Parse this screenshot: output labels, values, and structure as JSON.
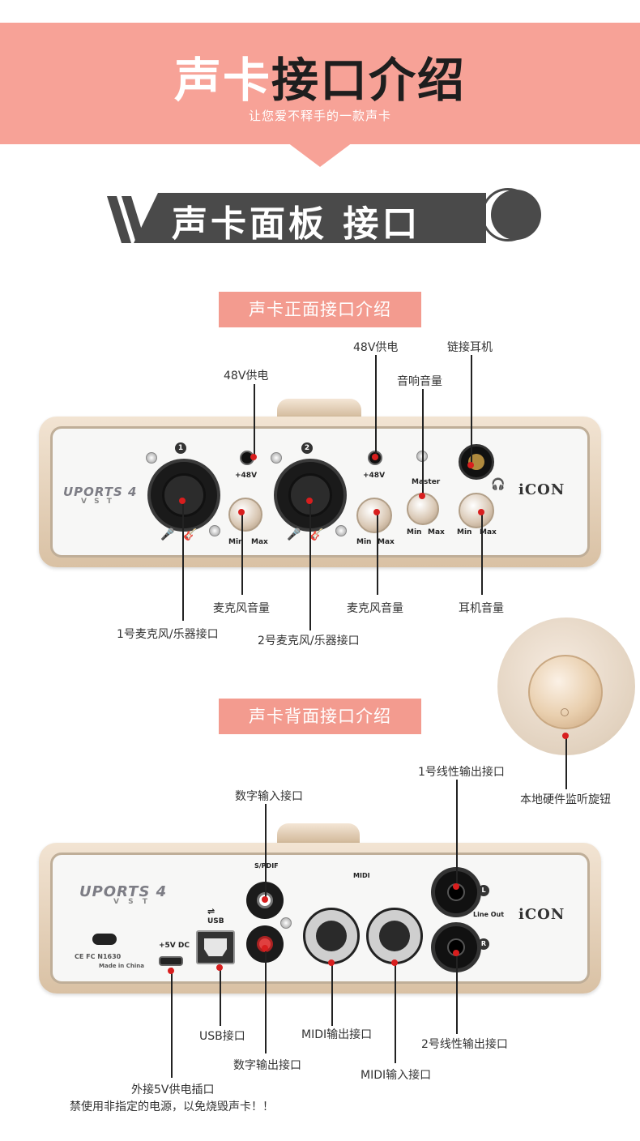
{
  "header": {
    "title_part1": "声卡",
    "title_part2": "接口介绍",
    "subtitle": "让您爱不释手的一款声卡",
    "banner_color": "#f7a297"
  },
  "section": {
    "title": "声卡面板 接口"
  },
  "front": {
    "pill": "声卡正面接口介绍",
    "labels": {
      "phantom1": "48V供电",
      "phantom2": "48V供电",
      "speaker_volume": "音响音量",
      "headphone_link": "链接耳机",
      "mic_volume1": "麦克风音量",
      "mic_volume2": "麦克风音量",
      "headphone_volume": "耳机音量",
      "input1": "1号麦克风/乐器接口",
      "input2": "2号麦克风/乐器接口"
    },
    "device": {
      "model": "UPORTS 4",
      "model_sub": "V S T",
      "brand": "iCON",
      "ch1": "1",
      "ch2": "2",
      "p48": "+48V",
      "min": "Min",
      "max": "Max",
      "master": "Master"
    }
  },
  "monitor_knob": {
    "label": "本地硬件监听旋钮"
  },
  "back": {
    "pill": "声卡背面接口介绍",
    "labels": {
      "line_out1": "1号线性输出接口",
      "digital_in": "数字输入接口",
      "usb": "USB接口",
      "midi_out": "MIDI输出接口",
      "line_out2": "2号线性输出接口",
      "digital_out": "数字输出接口",
      "midi_in": "MIDI输入接口",
      "power_line1": "外接5V供电插口",
      "power_line2": "禁使用非指定的电源，以免烧毁声卡！！"
    },
    "device": {
      "model": "UPORTS 4",
      "model_sub": "V S T",
      "brand": "iCON",
      "spdif": "S/PDIF",
      "midi": "MIDI",
      "usb": "USB",
      "dc": "+5V DC",
      "line_out": "Line Out",
      "cert": "CE FC N1630",
      "made_in": "Made in China",
      "l": "L",
      "r": "R"
    }
  }
}
